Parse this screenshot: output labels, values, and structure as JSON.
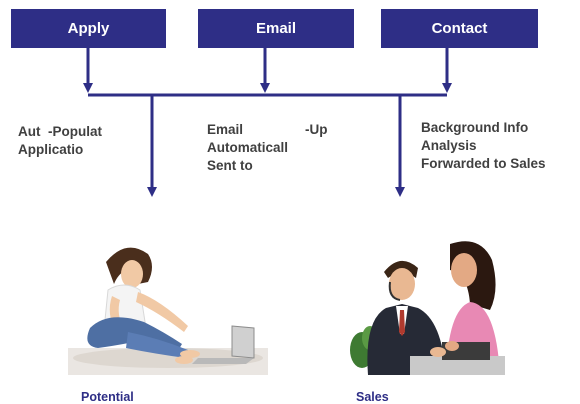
{
  "colors": {
    "box_fill": "#2e2e86",
    "box_text": "#ffffff",
    "connector": "#2e2e86",
    "body_text": "#404040",
    "caption_text": "#2e2e86"
  },
  "boxes": {
    "apply": "Apply",
    "email": "Email",
    "contact": "Contact"
  },
  "notes": {
    "left_line1": "Aut  -Populat",
    "left_line2": "Applicatio",
    "middle_line1a": "Email",
    "middle_line1b": "-Up",
    "middle_line2": "Automaticall",
    "middle_line3": "Sent to",
    "right_line1": "Background Info",
    "right_line2": "Analysis",
    "right_line3": "Forwarded to Sales"
  },
  "images": {
    "left": "woman-with-laptop-photo",
    "right": "sales-team-photo"
  },
  "captions": {
    "left": "Potential",
    "right": "Sales"
  }
}
